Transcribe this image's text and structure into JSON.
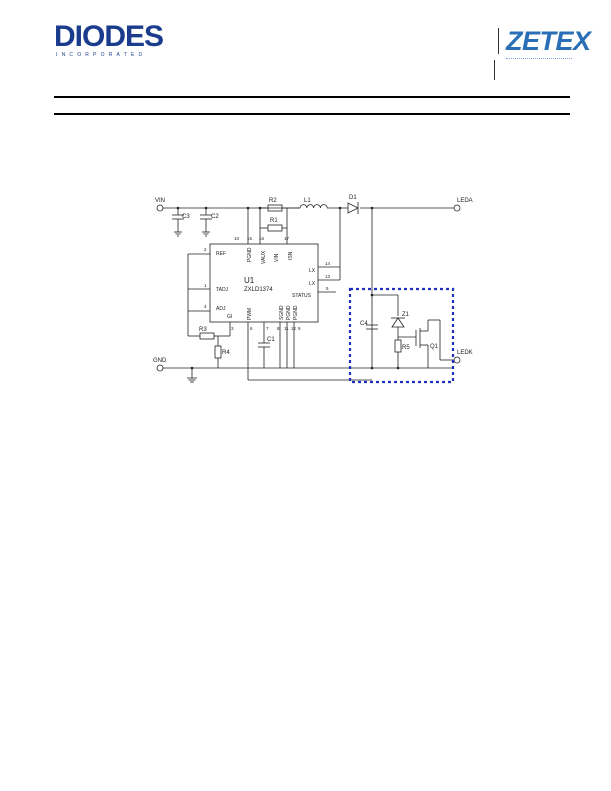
{
  "header": {
    "left_logo_text": "DIODES",
    "left_logo_subtext": "INCORPORATED",
    "right_logo_text": "ZETEX"
  },
  "schematic": {
    "terminals": {
      "vin": "VIN",
      "gnd": "GND",
      "leda": "LEDA",
      "ledk": "LEDK"
    },
    "components": {
      "c3": "C3",
      "c2": "C2",
      "r2": "R2",
      "r1": "R1",
      "l1": "L1",
      "d1": "D1",
      "u1": "U1",
      "u1_part": "ZXLD1374",
      "r3": "R3",
      "r4": "R4",
      "c1": "C1",
      "c4": "C4",
      "z1": "Z1",
      "r5": "R5",
      "q1": "Q1"
    },
    "ic_pins": {
      "ref": "REF",
      "tadj": "TADJ",
      "adj": "ADJ",
      "gi": "GI",
      "pgnd": "PGND",
      "vaux": "VAUX",
      "vin": "VIN",
      "isn": "ISN",
      "lx": "LX",
      "lx2": "LX",
      "status": "STATUS",
      "pwm": "PWM",
      "sgnd": "SGND",
      "pgnd2": "PGND",
      "pgnd3": "PGND"
    },
    "pin_numbers": {
      "p10": "10",
      "p15": "15",
      "p16": "16",
      "p17": "17",
      "p14": "14",
      "p13": "13",
      "p5": "5",
      "p2": "2",
      "p1": "1",
      "p4": "4",
      "p3": "3",
      "p6": "6",
      "p7": "7",
      "p8": "8",
      "p11": "11",
      "p12": "12",
      "p9": "9"
    }
  }
}
